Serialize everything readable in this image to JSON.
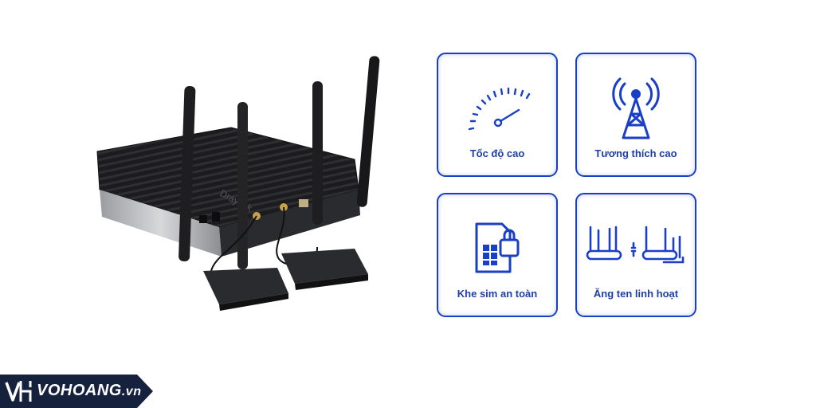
{
  "product": {
    "image_label": "DrayTek"
  },
  "features": [
    {
      "label": "Tốc độ cao",
      "icon": "speedometer-icon"
    },
    {
      "label": "Tương thích cao",
      "icon": "cell-tower-icon"
    },
    {
      "label": "Khe sim an toàn",
      "icon": "sim-lock-icon"
    },
    {
      "label": "Ăng ten linh hoạt",
      "icon": "antenna-router-icon"
    }
  ],
  "brand": {
    "name": "VOHOANG",
    "tld": ".vn",
    "colors": {
      "bar": "#16213e",
      "accent": "#1a3fc7"
    }
  }
}
